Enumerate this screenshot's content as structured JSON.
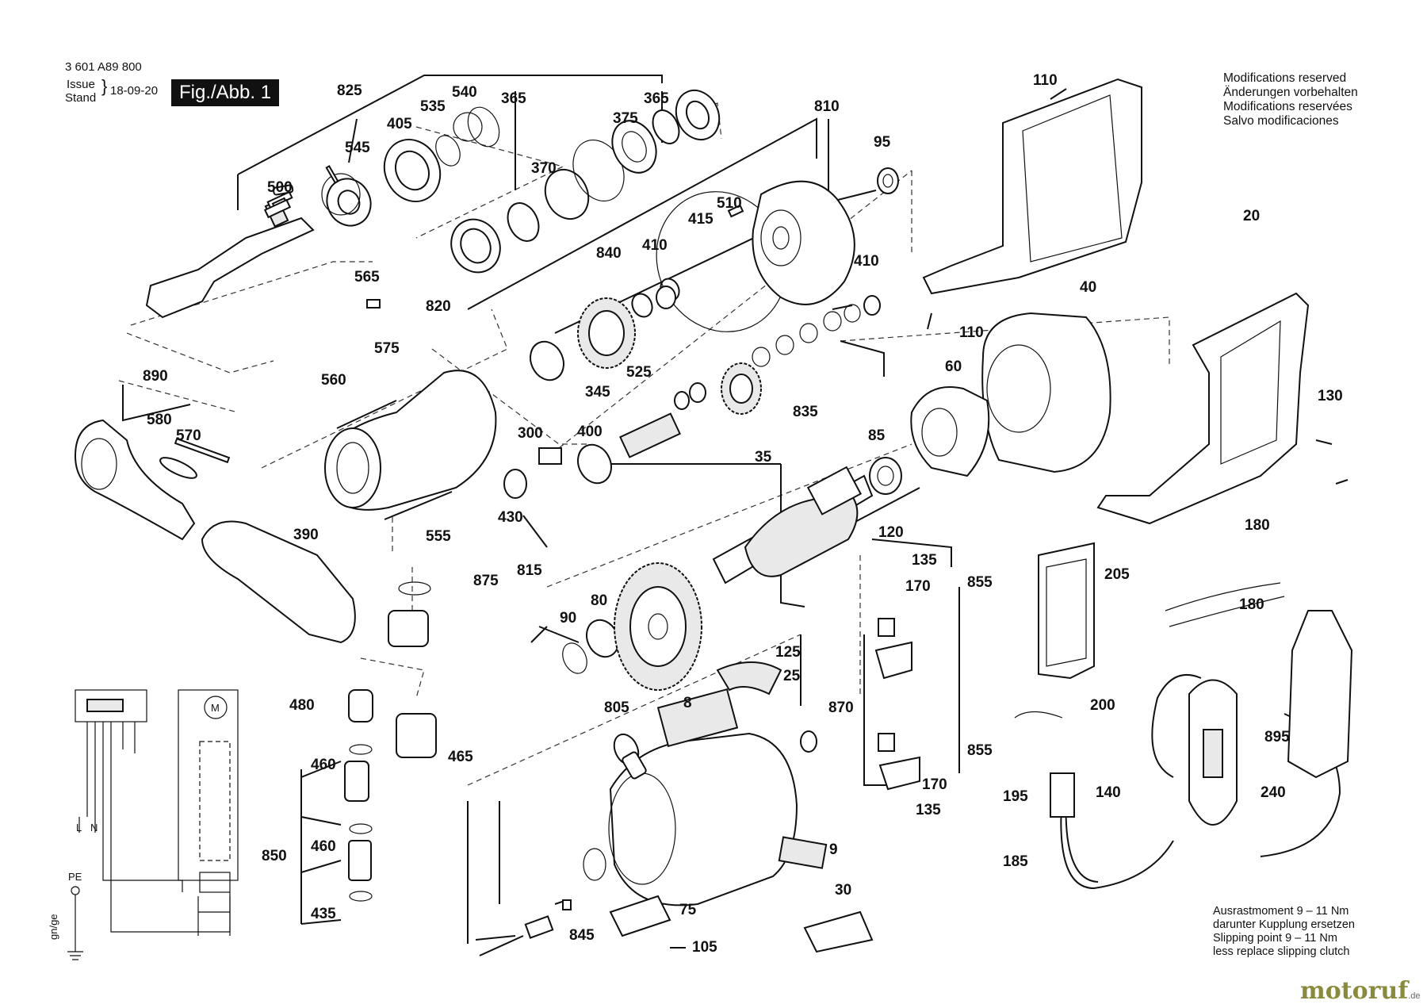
{
  "header": {
    "doc_number": "3 601 A89 800",
    "issue_label": "Issue",
    "stand_label": "Stand",
    "date": "18-09-20",
    "figure": "Fig./Abb. 1"
  },
  "notes": {
    "en": "Modifications reserved",
    "de": "Änderungen vorbehalten",
    "fr": "Modifications reservées",
    "es": "Salvo modificaciones"
  },
  "clutch_note": {
    "line1": "Ausrastmoment 9 – 11 Nm",
    "line2": "darunter Kupplung ersetzen",
    "line3": "Slipping point 9 – 11 Nm",
    "line4": "less replace slipping clutch"
  },
  "wiring": {
    "motor": "M",
    "L": "L",
    "N": "N",
    "PE": "PE",
    "gnye": "gn/ge"
  },
  "watermark": {
    "brand": "motoruf",
    "tld": ".de"
  },
  "parts": [
    "825",
    "540",
    "365",
    "365",
    "535",
    "405",
    "545",
    "375",
    "370",
    "500",
    "840",
    "810",
    "95",
    "510",
    "415",
    "410",
    "410",
    "565",
    "820",
    "575",
    "890",
    "560",
    "345",
    "525",
    "580",
    "570",
    "300",
    "400",
    "835",
    "20",
    "110",
    "110",
    "40",
    "60",
    "85",
    "130",
    "35",
    "430",
    "815",
    "555",
    "390",
    "120",
    "875",
    "90",
    "80",
    "135",
    "170",
    "855",
    "205",
    "180",
    "180",
    "125",
    "25",
    "480",
    "805",
    "8",
    "870",
    "200",
    "465",
    "460",
    "855",
    "170",
    "135",
    "195",
    "140",
    "240",
    "895",
    "850",
    "460",
    "9",
    "185",
    "435",
    "75",
    "30",
    "845",
    "105"
  ]
}
